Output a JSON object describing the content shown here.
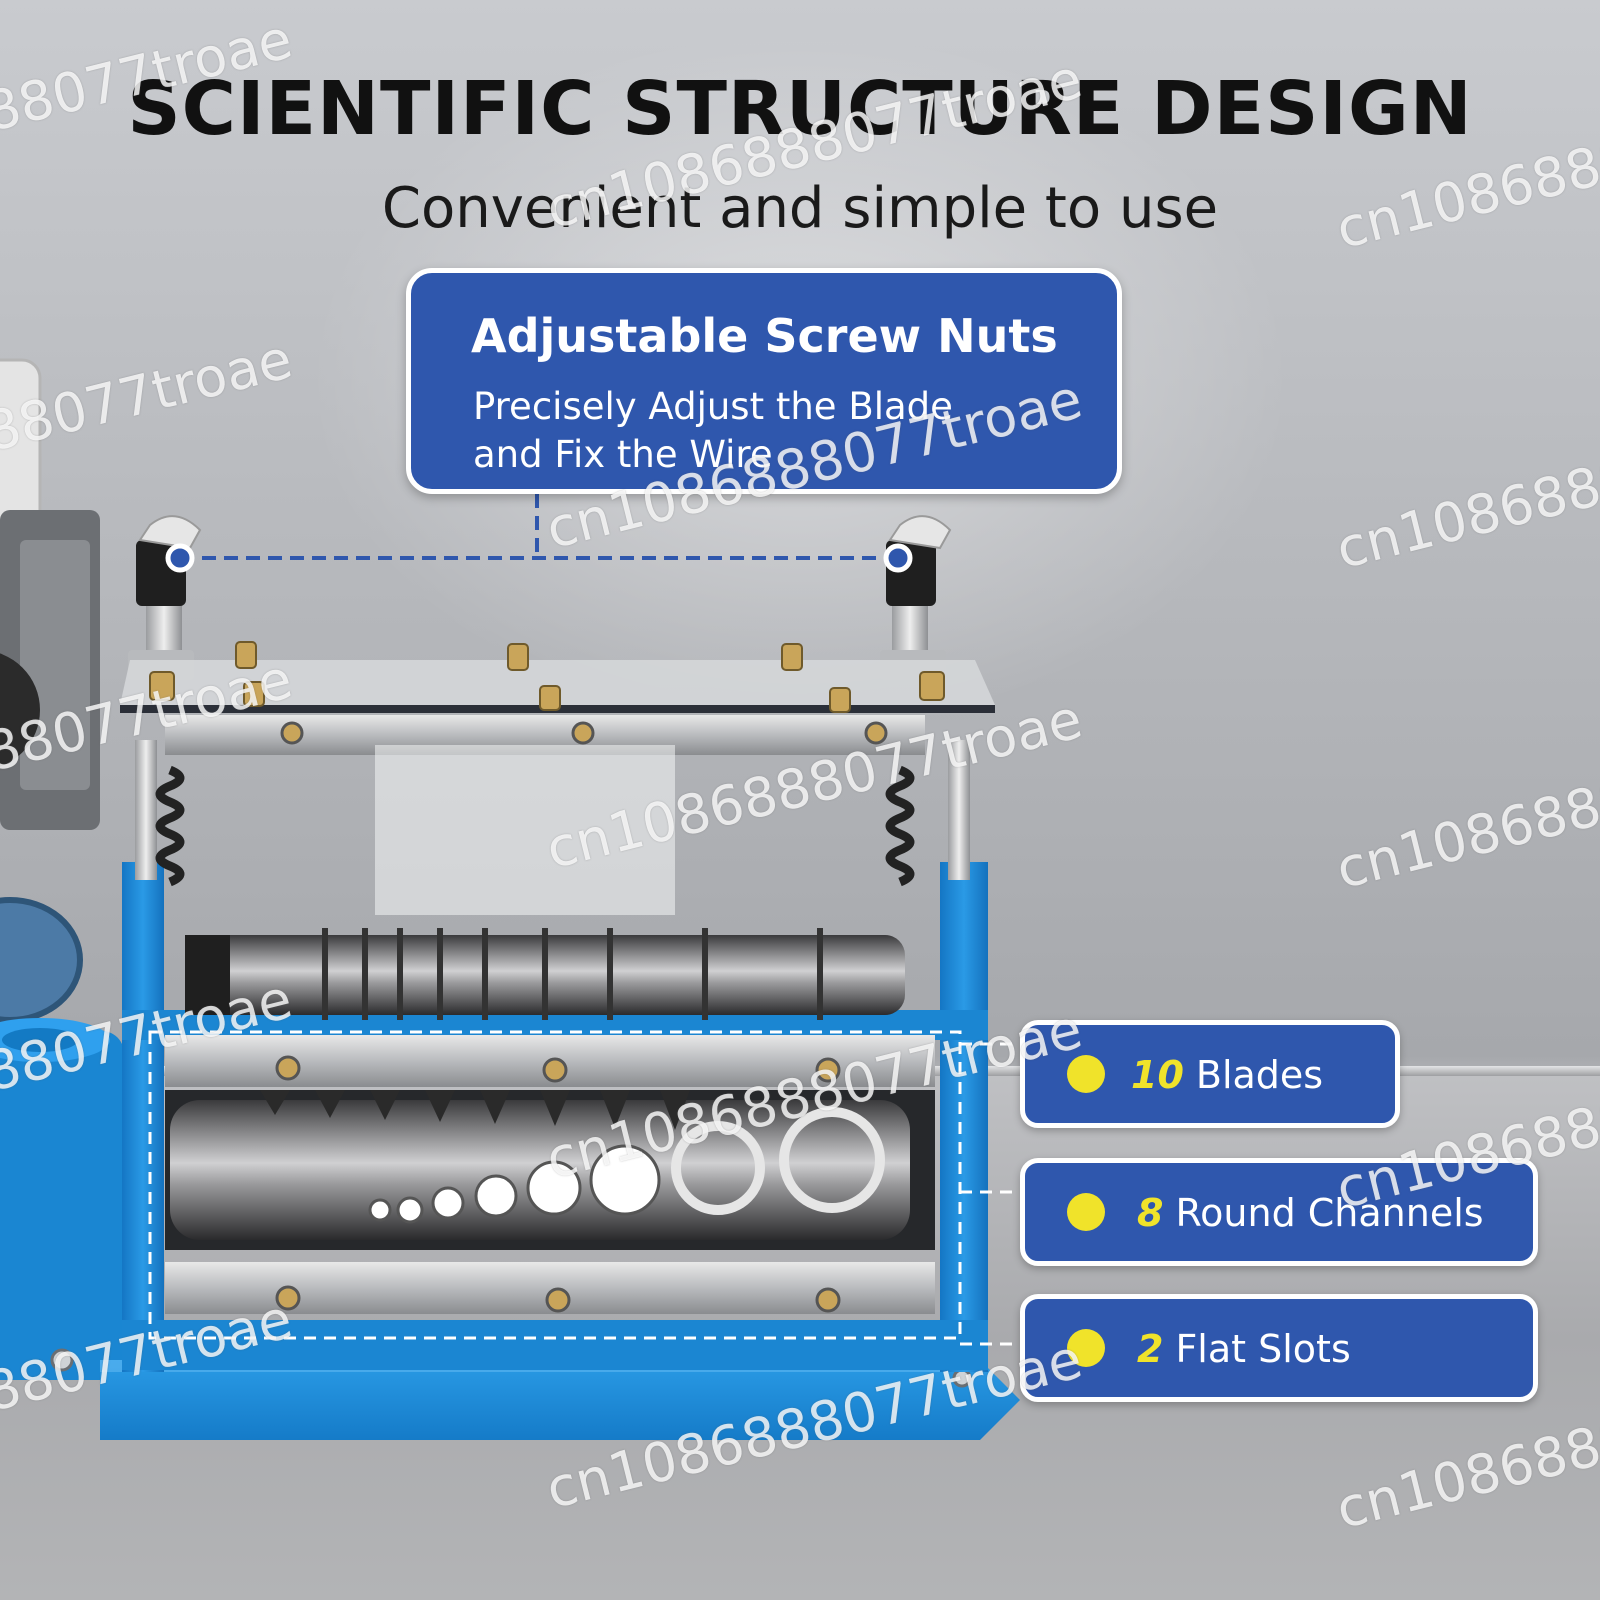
{
  "headline": "SCIENTIFIC STRUCTURE DESIGN",
  "subheadline": "Convenient and simple to use",
  "callout": {
    "title": "Adjustable Screw Nuts",
    "line1": "Precisely Adjust the Blade",
    "line2": "and Fix the Wire"
  },
  "features": [
    {
      "number": "10",
      "label": "Blades"
    },
    {
      "number": "8",
      "label": "Round Channels"
    },
    {
      "number": "2",
      "label": "Flat Slots"
    }
  ],
  "watermark": "cn1086888077troae",
  "colors": {
    "panel_blue": "#2f57ad",
    "marker_yellow": "#f0e32a",
    "machine_blue": "#1e8fd8",
    "headline_text": "#111111"
  },
  "icons": [
    "connector-dot-icon",
    "bullet-dot-icon"
  ]
}
